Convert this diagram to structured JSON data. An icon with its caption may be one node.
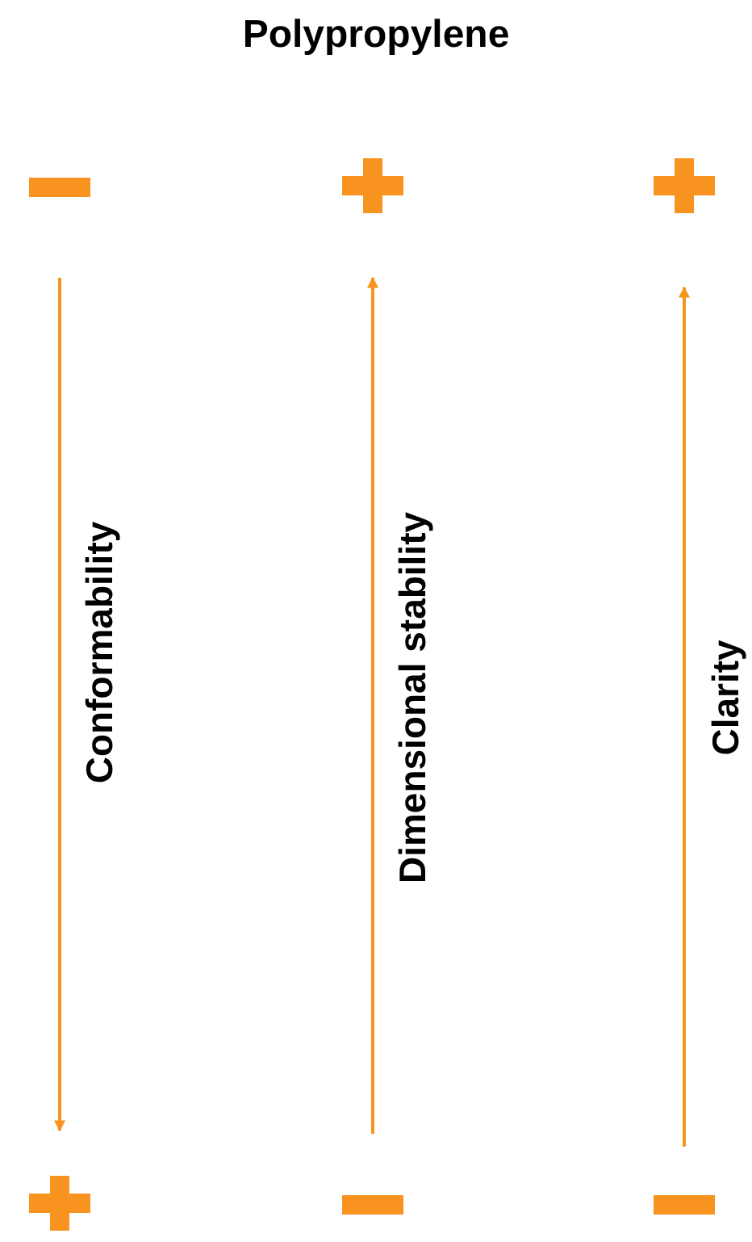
{
  "diagram": {
    "title": "Polypropylene",
    "nodes": [
      {
        "text": [],
        "shape": "minus"
      },
      {
        "text": [],
        "shape": "plus"
      },
      {
        "text": [],
        "shape": "plus"
      },
      {
        "text": [],
        "shape": "plus"
      },
      {
        "text": [],
        "shape": "minus"
      },
      {
        "text": [],
        "shape": "minus"
      }
    ],
    "edges": [
      {
        "from": 0,
        "to": 3,
        "arrow": "to",
        "label": "Conformability"
      },
      {
        "from": 4,
        "to": 1,
        "arrow": "to",
        "label": "Dimensional stability"
      },
      {
        "from": 5,
        "to": 2,
        "arrow": "to",
        "label": "Clarity"
      }
    ]
  }
}
